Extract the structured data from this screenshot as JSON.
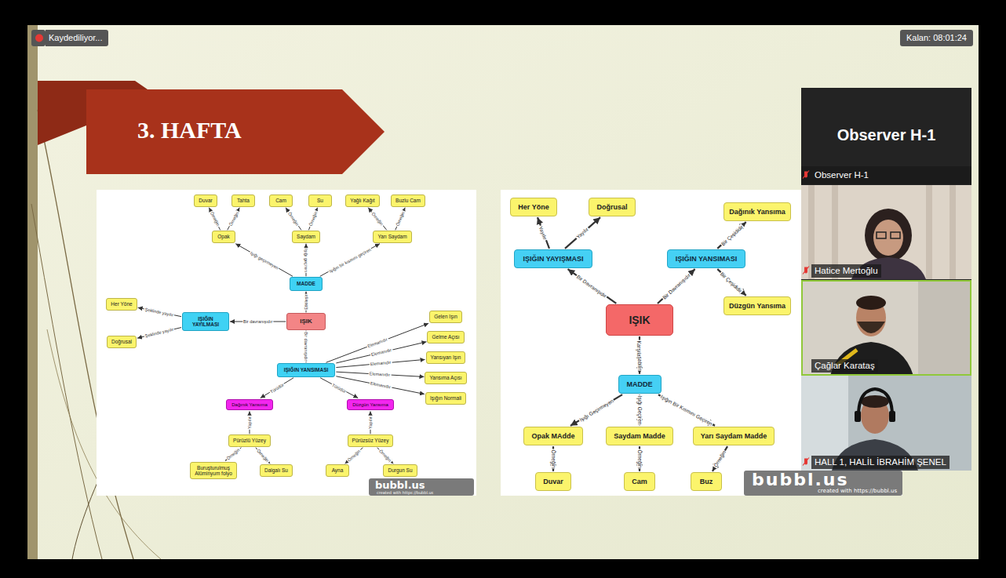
{
  "diagram": {
    "title": "3. HAFTA",
    "nodes": [
      {
        "text": [
          "Kaydediliyor..."
        ]
      },
      {
        "text": [
          "Kalan: 08:01:24"
        ]
      },
      {
        "text": [
          "Duvar"
        ]
      },
      {
        "text": [
          "Tahta"
        ]
      },
      {
        "text": [
          "Cam"
        ]
      },
      {
        "text": [
          "Su"
        ]
      },
      {
        "text": [
          "Yağlı Kağıt"
        ]
      },
      {
        "text": [
          "Buzlu Cam"
        ]
      },
      {
        "text": [
          "Opak"
        ]
      },
      {
        "text": [
          "Saydam"
        ]
      },
      {
        "text": [
          "Yarı Saydam"
        ]
      },
      {
        "text": [
          "MADDE"
        ]
      },
      {
        "text": [
          "Her Yöne"
        ]
      },
      {
        "text": [
          "IŞIĞIN YAYILMASI"
        ]
      },
      {
        "text": [
          "IŞIK"
        ]
      },
      {
        "text": [
          "Doğrusal"
        ]
      },
      {
        "text": [
          "Gelen Işın"
        ]
      },
      {
        "text": [
          "Gelme Açısı"
        ]
      },
      {
        "text": [
          "Yansıyan Işın"
        ]
      },
      {
        "text": [
          "IŞIĞIN YANSIMASI"
        ]
      },
      {
        "text": [
          "Yansıma Açısı"
        ]
      },
      {
        "text": [
          "Işığın Normali"
        ]
      },
      {
        "text": [
          "Dağınık Yansıma"
        ]
      },
      {
        "text": [
          "Düzgün Yansıma"
        ]
      },
      {
        "text": [
          "Pürüzlü Yüzey"
        ]
      },
      {
        "text": [
          "Pürüzsüz Yüzey"
        ]
      },
      {
        "text": [
          "Buruşturulmuş Alüminyum folyo"
        ]
      },
      {
        "text": [
          "Dalgalı Su"
        ]
      },
      {
        "text": [
          "Ayna"
        ]
      },
      {
        "text": [
          "Durgun Su"
        ]
      },
      {
        "text": [
          "Her Yöne"
        ]
      },
      {
        "text": [
          "Doğrusal"
        ]
      },
      {
        "text": [
          "Dağınık Yansıma"
        ]
      },
      {
        "text": [
          "IŞIĞIN YAYIŞMASI"
        ]
      },
      {
        "text": [
          "IŞIĞIN YANSIMASI"
        ]
      },
      {
        "text": [
          "IŞIK"
        ]
      },
      {
        "text": [
          "Düzgün Yansıma"
        ]
      },
      {
        "text": [
          "MADDE"
        ]
      },
      {
        "text": [
          "Opak MAdde"
        ]
      },
      {
        "text": [
          "Saydam Madde"
        ]
      },
      {
        "text": [
          "Yarı Saydam Madde"
        ]
      },
      {
        "text": [
          "Duvar"
        ]
      },
      {
        "text": [
          "Cam"
        ]
      },
      {
        "text": [
          "Buz"
        ]
      },
      {
        "text": [
          "Observer H-1"
        ]
      },
      {
        "text": [
          "Observer H-1"
        ],
        "in": 44
      },
      {
        "text": [
          "Hatice Mertoğlu"
        ],
        "in": 44
      },
      {
        "text": [
          "Çağlar Karataş"
        ],
        "in": 44
      },
      {
        "text": [
          "HALL 1, HALİL İBRAHİM ŞENEL"
        ],
        "in": 44
      }
    ],
    "edges": [
      {
        "from": 14,
        "to": 11,
        "arrow": "to",
        "label": "Etkileşir"
      },
      {
        "from": 11,
        "to": 8,
        "arrow": "to",
        "label": "Işığı geçirmeyen"
      },
      {
        "from": 11,
        "to": 9,
        "arrow": "to",
        "label": "Işığı geçiren"
      },
      {
        "from": 11,
        "to": 10,
        "arrow": "to",
        "label": "Işığın bir kısmını geçiren"
      },
      {
        "from": 8,
        "to": 2,
        "arrow": "to",
        "label": "Örneğin"
      },
      {
        "from": 8,
        "to": 3,
        "arrow": "to",
        "label": "Örneğin"
      },
      {
        "from": 9,
        "to": 4,
        "arrow": "to",
        "label": "Örneğin"
      },
      {
        "from": 9,
        "to": 5,
        "arrow": "to",
        "label": "Örneğin"
      },
      {
        "from": 10,
        "to": 6,
        "arrow": "to",
        "label": "Örneğin"
      },
      {
        "from": 10,
        "to": 7,
        "arrow": "to",
        "label": "Örneğin"
      },
      {
        "from": 14,
        "to": 13,
        "arrow": "to",
        "label": "Bir davranışıdır"
      },
      {
        "from": 13,
        "to": 12,
        "arrow": "to",
        "label": "Şeklinde yayılır"
      },
      {
        "from": 13,
        "to": 15,
        "arrow": "to",
        "label": "Şeklinde yayılır"
      },
      {
        "from": 14,
        "to": 19,
        "arrow": "to",
        "label": "Bir davranışıdır"
      },
      {
        "from": 19,
        "to": 16,
        "arrow": "to",
        "label": "Elemanıdır"
      },
      {
        "from": 19,
        "to": 17,
        "arrow": "to",
        "label": "Elemanıdır"
      },
      {
        "from": 19,
        "to": 18,
        "arrow": "to",
        "label": "Elemanıdır"
      },
      {
        "from": 19,
        "to": 20,
        "arrow": "to",
        "label": "Elemanıdır"
      },
      {
        "from": 19,
        "to": 21,
        "arrow": "to",
        "label": "Elemanıdır"
      },
      {
        "from": 19,
        "to": 22,
        "arrow": "to",
        "label": "Türüdür"
      },
      {
        "from": 19,
        "to": 23,
        "arrow": "to",
        "label": "Türüdür"
      },
      {
        "from": 24,
        "to": 22,
        "arrow": "to",
        "label": "Yapılır"
      },
      {
        "from": 25,
        "to": 23,
        "arrow": "to",
        "label": "Yapılır"
      },
      {
        "from": 24,
        "to": 26,
        "arrow": "to",
        "label": "Örneğin"
      },
      {
        "from": 24,
        "to": 27,
        "arrow": "to",
        "label": "Örneğin"
      },
      {
        "from": 25,
        "to": 28,
        "arrow": "to",
        "label": "Örneğin"
      },
      {
        "from": 25,
        "to": 29,
        "arrow": "to",
        "label": "Örneğin"
      },
      {
        "from": 35,
        "to": 33,
        "arrow": "to",
        "label": "Bir Davranışıdır"
      },
      {
        "from": 35,
        "to": 34,
        "arrow": "to",
        "label": "Bir Davranışıdır"
      },
      {
        "from": 33,
        "to": 30,
        "arrow": "to",
        "label": "Yayılır"
      },
      {
        "from": 33,
        "to": 31,
        "arrow": "to",
        "label": "Yayılır"
      },
      {
        "from": 34,
        "to": 32,
        "arrow": "to",
        "label": "Bir Çeşididir"
      },
      {
        "from": 34,
        "to": 36,
        "arrow": "to",
        "label": "Bir Çeşididir"
      },
      {
        "from": 35,
        "to": 37,
        "arrow": "to",
        "label": "Karşılaşabilir"
      },
      {
        "from": 37,
        "to": 38,
        "arrow": "to",
        "label": "Işığı Geçirmeyen"
      },
      {
        "from": 37,
        "to": 39,
        "arrow": "to",
        "label": "Işığı Geçiren"
      },
      {
        "from": 37,
        "to": 40,
        "arrow": "to",
        "label": "Işığın Bir Kısmını Geçiren"
      },
      {
        "from": 38,
        "to": 41,
        "arrow": "to",
        "label": "Örneğin"
      },
      {
        "from": 39,
        "to": 42,
        "arrow": "to",
        "label": "Örneğin"
      },
      {
        "from": 40,
        "to": 43,
        "arrow": "to",
        "label": "Örneğin"
      }
    ],
    "labels": [
      "bubbl.us",
      "created with https://bubbl.us",
      "bubbl.us",
      "created with https://bubbl.us"
    ]
  }
}
